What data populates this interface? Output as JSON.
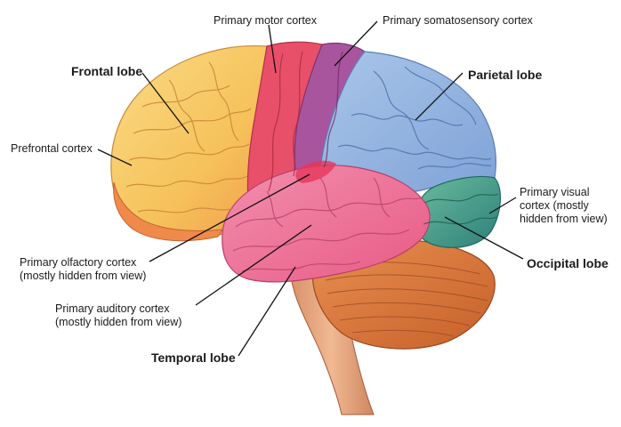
{
  "labels": {
    "primary_motor_cortex": "Primary motor cortex",
    "primary_somatosensory_cortex": "Primary somatosensory cortex",
    "frontal_lobe": "Frontal lobe",
    "parietal_lobe": "Parietal lobe",
    "prefrontal_cortex": "Prefrontal cortex",
    "primary_visual_cortex": [
      "Primary visual",
      "cortex (mostly",
      "hidden from view)"
    ],
    "primary_olfactory_cortex": [
      "Primary olfactory cortex",
      "(mostly hidden from view)"
    ],
    "occipital_lobe": "Occipital lobe",
    "primary_auditory_cortex": [
      "Primary auditory cortex",
      "(mostly hidden from view)"
    ],
    "temporal_lobe": "Temporal lobe"
  },
  "colors": {
    "frontal": "#f6c15a",
    "prefrontal_edge": "#ef8a4a",
    "motor": "#e8506a",
    "somatosensory": "#a8559e",
    "parietal": "#8fb3e0",
    "occipital": "#3f9e86",
    "temporal": "#ec6c93",
    "cerebellum": "#d8763a",
    "brainstem": "#e2a47c"
  }
}
